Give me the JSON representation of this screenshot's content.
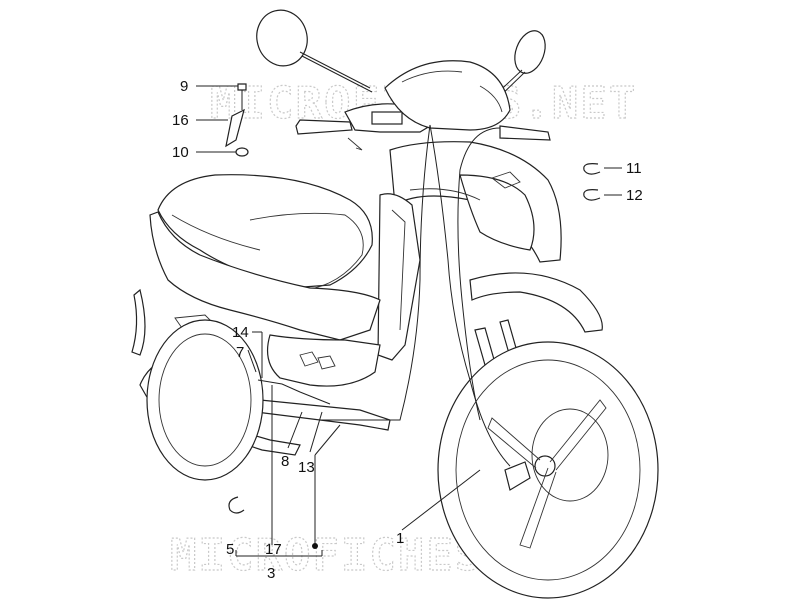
{
  "watermark": {
    "text": "MICROFICHES.NET"
  },
  "callouts": [
    {
      "id": "9",
      "text": "9"
    },
    {
      "id": "16",
      "text": "16"
    },
    {
      "id": "10",
      "text": "10"
    },
    {
      "id": "11",
      "text": "11"
    },
    {
      "id": "12",
      "text": "12"
    },
    {
      "id": "14",
      "text": "14"
    },
    {
      "id": "7",
      "text": "7"
    },
    {
      "id": "8",
      "text": "8"
    },
    {
      "id": "13",
      "text": "13"
    },
    {
      "id": "1",
      "text": "1"
    },
    {
      "id": "5",
      "text": "5"
    },
    {
      "id": "17",
      "text": "17"
    },
    {
      "id": "3",
      "text": "3"
    }
  ],
  "icons": {
    "subject": "scooter-exploded-view",
    "style": "line-drawing",
    "ink": "#222222"
  }
}
